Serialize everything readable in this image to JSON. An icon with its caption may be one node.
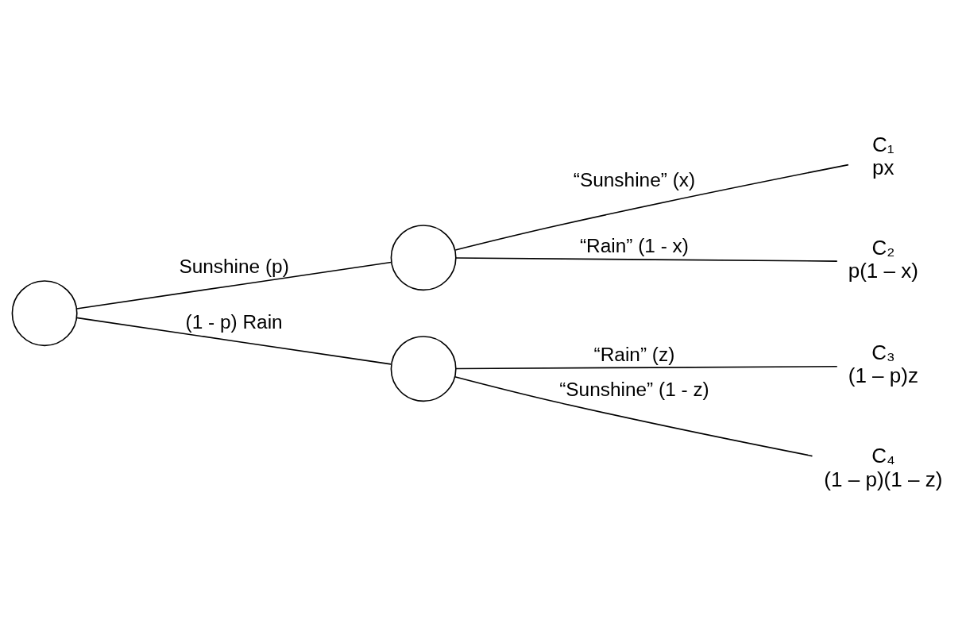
{
  "diagram": {
    "nodes": [
      {
        "text": [],
        "shape": "circle"
      },
      {
        "text": [],
        "shape": "circle"
      },
      {
        "text": [],
        "shape": "circle"
      },
      {
        "text": [
          "C₁",
          "px"
        ]
      },
      {
        "text": [
          "C₂",
          "p(1 – x)"
        ]
      },
      {
        "text": [
          "C₃",
          "(1 – p)z"
        ]
      },
      {
        "text": [
          "C₄",
          "(1 – p)(1 – z)"
        ]
      }
    ],
    "edges": [
      {
        "from": 0,
        "to": 1,
        "arrow": "none",
        "label": "Sunshine (p)"
      },
      {
        "from": 0,
        "to": 2,
        "arrow": "none",
        "label": "(1 - p) Rain"
      },
      {
        "from": 1,
        "to": 3,
        "arrow": "none",
        "label": "“Sunshine” (x)"
      },
      {
        "from": 1,
        "to": 4,
        "arrow": "none",
        "label": "“Rain” (1 - x)"
      },
      {
        "from": 2,
        "to": 5,
        "arrow": "none",
        "label": "“Rain” (z)"
      },
      {
        "from": 2,
        "to": 6,
        "arrow": "none",
        "label": "“Sunshine” (1 - z)"
      }
    ]
  }
}
